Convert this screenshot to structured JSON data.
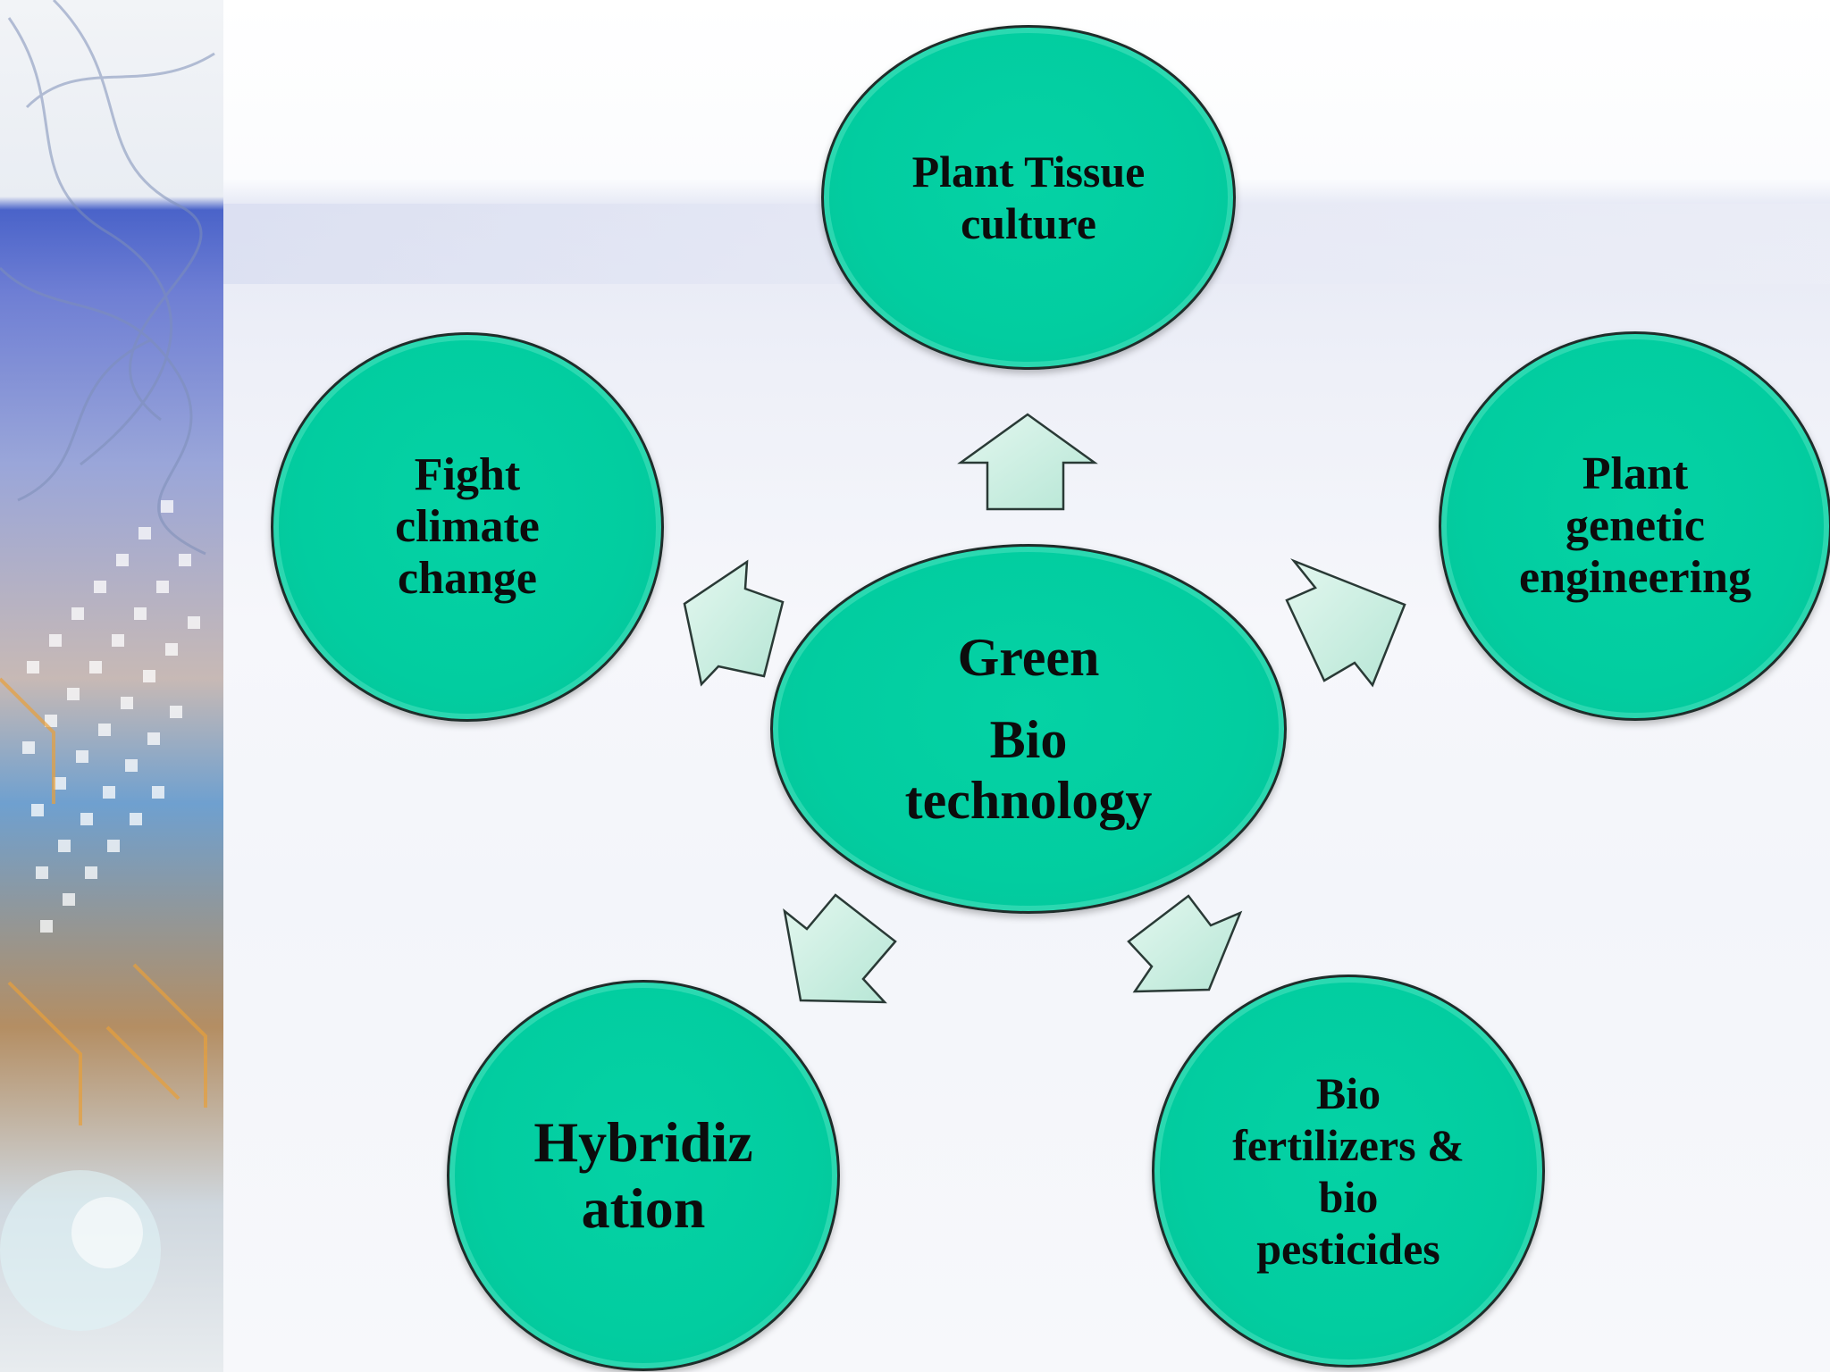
{
  "center": {
    "line1": "Green",
    "line2": "Bio\ntechnology"
  },
  "nodes": {
    "top": "Plant Tissue\nculture",
    "right": "Plant\ngenetic\nengineering",
    "bottom_right": "Bio\nfertilizers &\nbio\npesticides",
    "bottom_left": "Hybridiz\nation",
    "left": "Fight\nclimate\nchange"
  },
  "colors": {
    "node_fill": "#02cda0",
    "node_outline": "#1f2d2a",
    "arrow_fill": "#c9efe2"
  }
}
